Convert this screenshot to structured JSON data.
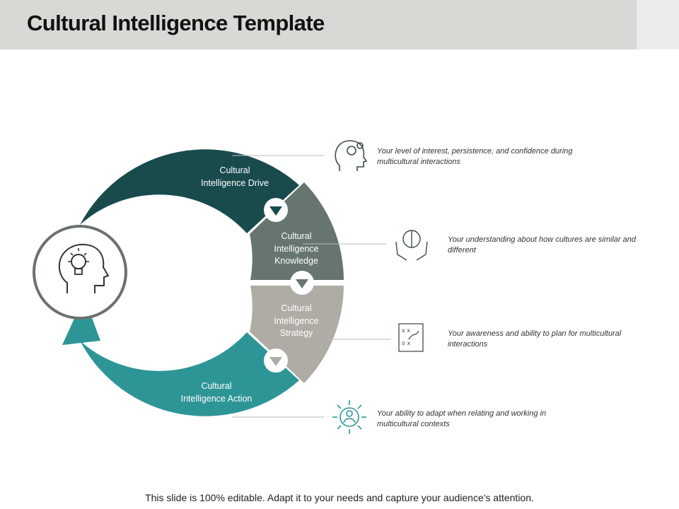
{
  "title": "Cultural Intelligence Template",
  "segments": [
    {
      "label_line1": "Cultural",
      "label_line2": "Intelligence Drive",
      "label_line3": "",
      "color": "#194b4d",
      "description": "Your level of interest, persistence, and confidence during multicultural interactions",
      "icon": "head-gears-icon"
    },
    {
      "label_line1": "Cultural",
      "label_line2": "Intelligence",
      "label_line3": "Knowledge",
      "color": "#667570",
      "description": "Your understanding about how cultures are similar and different",
      "icon": "brain-hands-icon"
    },
    {
      "label_line1": "Cultural",
      "label_line2": "Intelligence",
      "label_line3": "Strategy",
      "color": "#aeaca4",
      "description": "Your awareness and ability to plan for multicultural interactions",
      "icon": "strategy-plan-icon"
    },
    {
      "label_line1": "Cultural",
      "label_line2": "Intelligence Action",
      "label_line3": "",
      "color": "#2e9597",
      "description": "Your ability to adapt when relating and working in multicultural contexts",
      "icon": "person-arrows-icon"
    }
  ],
  "center_icon": "head-lightbulb-icon",
  "footer": "This slide is 100% editable. Adapt it to your needs and capture your audience's attention."
}
